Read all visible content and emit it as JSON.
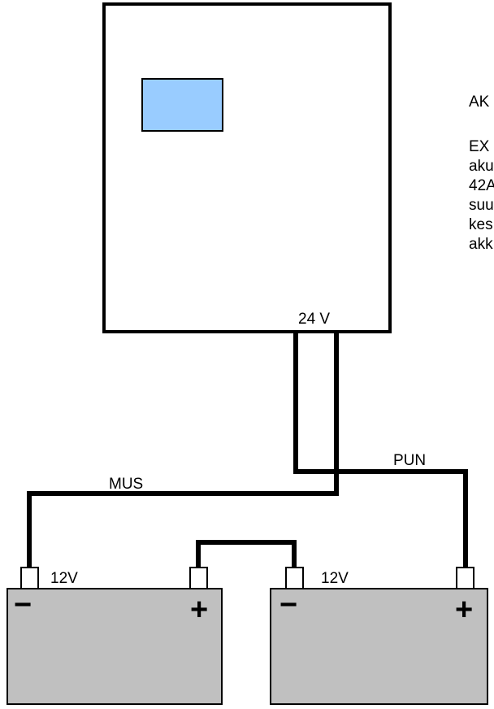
{
  "labels": {
    "output_voltage": "24 V",
    "wire_black": "MUS",
    "wire_red": "PUN",
    "battery_left_voltage": "12V",
    "battery_right_voltage": "12V",
    "minus": "−",
    "plus": "+"
  },
  "side_text": {
    "heading": "AK",
    "lines": [
      "EX",
      "aku",
      "42A",
      "suu",
      "kes",
      "akk"
    ]
  },
  "colors": {
    "line": "#000000",
    "display": "#99ccff",
    "battery": "#c0c0c0",
    "background": "#ffffff"
  }
}
